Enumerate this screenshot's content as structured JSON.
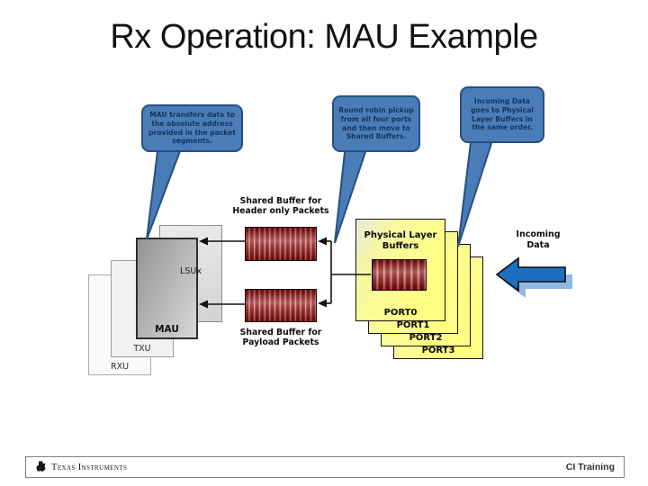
{
  "title": "Rx Operation: MAU Example",
  "callouts": [
    {
      "text": "MAU transfers data to the absolute address provided in the packet segments."
    },
    {
      "text": "Round robin pickup from all four ports and then move to Shared Buffers."
    },
    {
      "text": "Incoming Data goes to Physical Layer Buffers in the same order."
    }
  ],
  "units": {
    "mau": "MAU",
    "txu": "TXU",
    "rxu": "RXU",
    "lsux": "LSUx"
  },
  "shared_buffers": {
    "header": "Shared Buffer for\nHeader only Packets",
    "payload": "Shared Buffer for\nPayload Packets"
  },
  "physical_layer": {
    "title": "Physical Layer\nBuffers",
    "ports": [
      "PORT0",
      "PORT1",
      "PORT2",
      "PORT3"
    ]
  },
  "incoming_data_label": "Incoming\nData",
  "footer": {
    "brand": "Texas Instruments",
    "course": "CI Training"
  },
  "colors": {
    "callout_fill": "#4a7cb8",
    "callout_border": "#27507f",
    "callout_text": "#16365c",
    "arrow_blue": "#1e6ec2",
    "arrow_shadow": "#92b7e0",
    "coil_red_dark": "#6a0c0c",
    "coil_red_light": "#ef9d9d",
    "port_yellow": "#ffff84",
    "unit_gray": "#b9b9b9"
  }
}
